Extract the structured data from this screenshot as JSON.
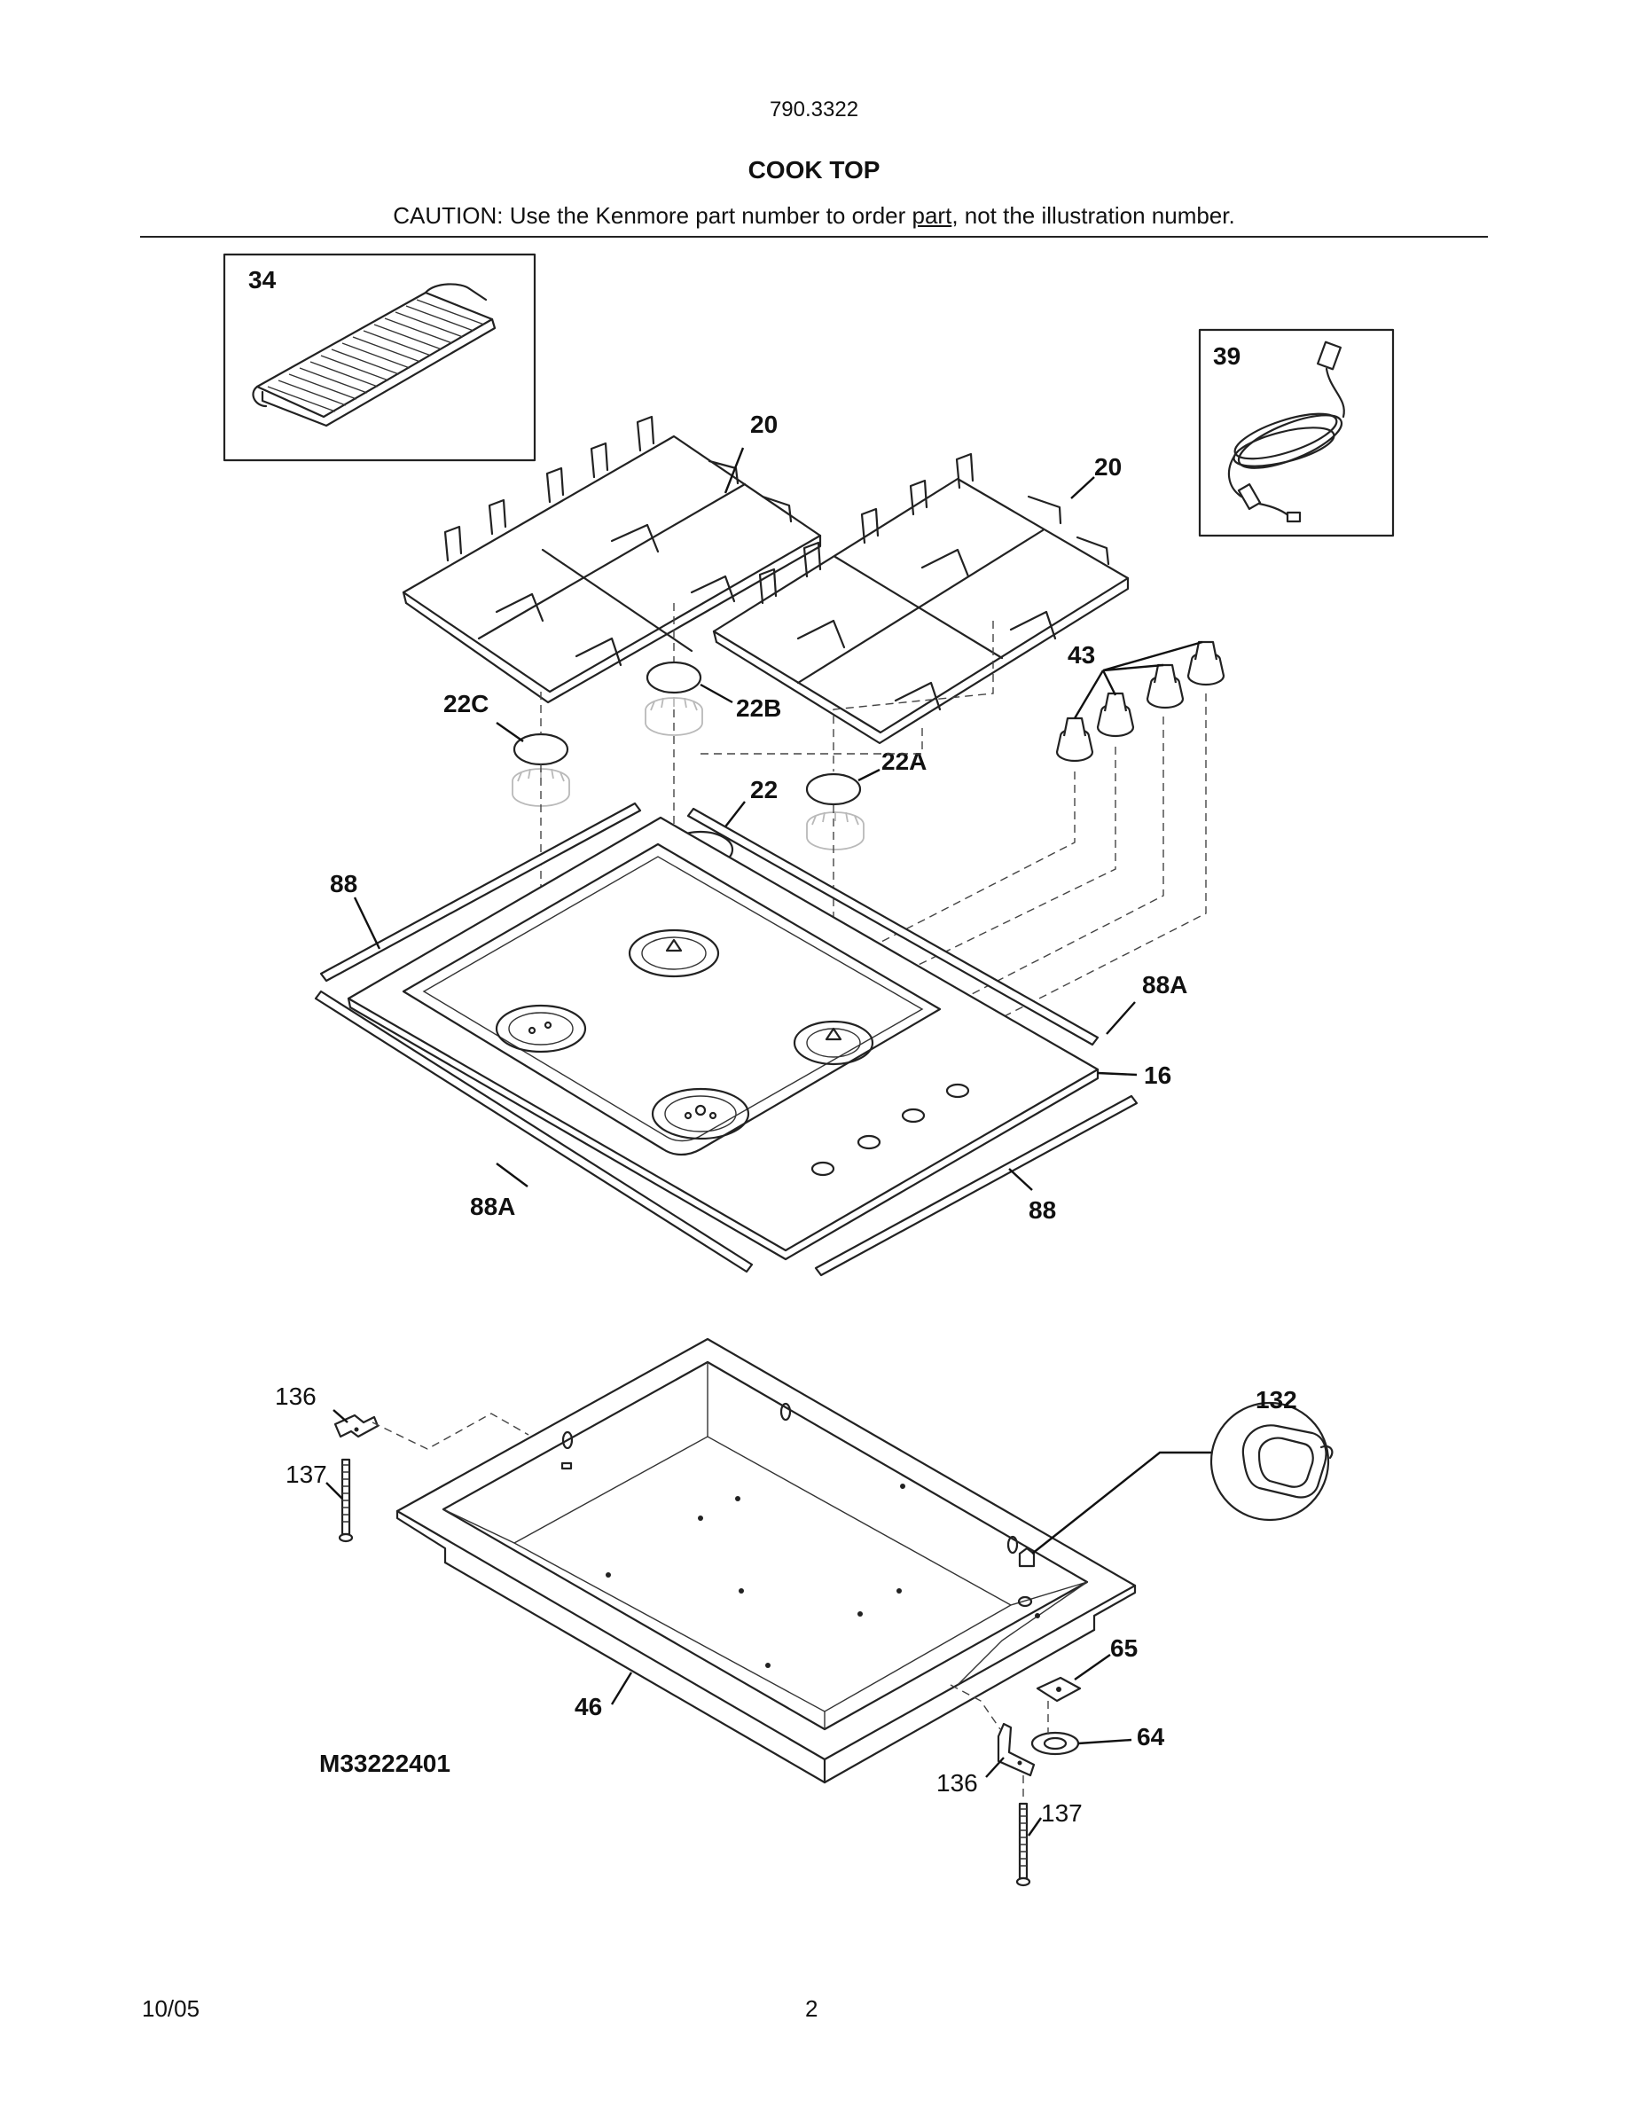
{
  "header": {
    "model_number": "790.3322",
    "section_title": "COOK TOP",
    "caution_prefix": "CAUTION: Use the Kenmore part number to order ",
    "caution_underlined": "part",
    "caution_suffix": ", not the illustration number."
  },
  "callouts": {
    "griddle": "34",
    "power_cord": "39",
    "grate_left": "20",
    "grate_right": "20",
    "knobs": "43",
    "cap_22c": "22C",
    "cap_22b": "22B",
    "cap_22a": "22A",
    "cap_22": "22",
    "trim_88_left": "88",
    "trim_88a_right": "88A",
    "cooktop": "16",
    "trim_88a_left": "88A",
    "trim_88_right": "88",
    "bracket_top": "136",
    "screw_top": "137",
    "grommet_132": "132",
    "washer_65": "65",
    "seal_64": "64",
    "burner_box": "46",
    "bracket_bottom": "136",
    "screw_bottom": "137",
    "diagram_code": "M33222401"
  },
  "footer": {
    "date": "10/05",
    "page": "2"
  }
}
